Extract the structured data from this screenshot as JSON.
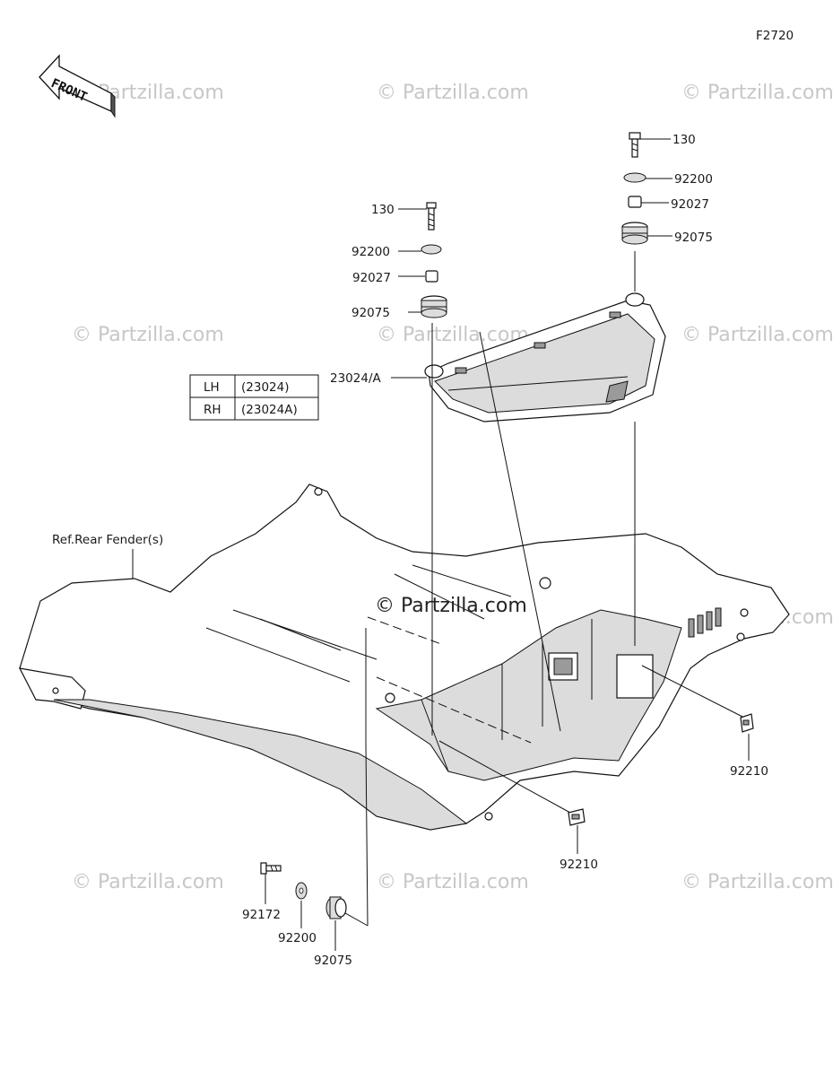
{
  "figure_code": "F2720",
  "front_label": "FRONT",
  "watermark": "© Partzilla.com",
  "watermark_main": "© Partzilla.com",
  "ref_label": "Ref.Rear Fender(s)",
  "legend": {
    "rows": [
      {
        "side": "LH",
        "part": "(23024)"
      },
      {
        "side": "RH",
        "part": "(23024A)"
      }
    ]
  },
  "callouts": {
    "right_130": "130",
    "right_92200": "92200",
    "right_92027": "92027",
    "right_92075": "92075",
    "left_130": "130",
    "left_92200": "92200",
    "left_92027": "92027",
    "left_92075": "92075",
    "lamp": "23024/A",
    "clip_right": "92210",
    "clip_center": "92210",
    "bolt_bottom": "92172",
    "washer_bottom": "92200",
    "grommet_bottom": "92075"
  },
  "colors": {
    "line": "#111111",
    "watermark": "#c7c7c7",
    "fill_shade": "#dcdcdc"
  }
}
